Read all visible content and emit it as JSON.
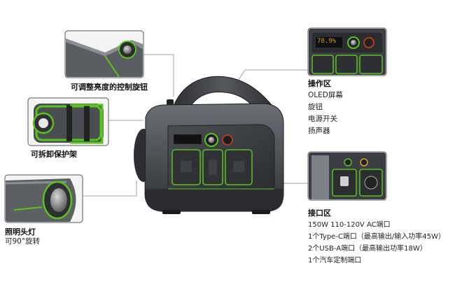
{
  "captions": {
    "dimmer_knob": "可调整亮度的控制旋钮",
    "guard": "可拆卸保护架",
    "lamp_title": "照明头灯",
    "lamp_sub": "可90°旋转"
  },
  "control_area": {
    "title": "操作区",
    "items": [
      "OLED屏幕",
      "旋钮",
      "电源开关",
      "扬声器"
    ],
    "oled_text": "78.9%"
  },
  "port_area": {
    "title": "接口区",
    "items": [
      "150W 110-120V AC端口",
      "1个Type-C端口（最高输出/输入功率45W）",
      "2个USB-A端口（最高输出功率18W）",
      "1个汽车定制端口"
    ]
  },
  "colors": {
    "accent_green": "#58c21e",
    "body_dark": "#3a3d42",
    "body_mid": "#5e6268",
    "line_gray": "#9a9a9a"
  },
  "icons": [
    "knob-icon",
    "power-button-icon",
    "lamp-icon"
  ]
}
